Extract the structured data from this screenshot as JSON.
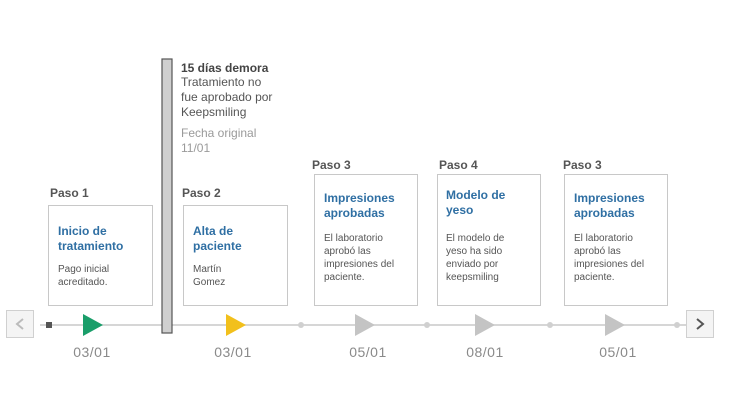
{
  "delay": {
    "title": "15 días demora",
    "description": "Tratamiento no fue aprobado por Keepsmiling",
    "original_date_label": "Fecha original 11/01"
  },
  "steps": [
    {
      "label": "Paso 1",
      "title": "Inicio de tratamiento",
      "body": "Pago inicial acreditado.",
      "date": "03/01",
      "marker_color": "#1a9e6a"
    },
    {
      "label": "Paso 2",
      "title": "Alta de paciente",
      "body": "Martín Gomez",
      "date": "03/01",
      "marker_color": "#f2c01c"
    },
    {
      "label": "Paso 3",
      "title": "Impresiones aprobadas",
      "body": "El laboratorio aprobó las impresiones del paciente.",
      "date": "05/01",
      "marker_color": "#c4c4c4"
    },
    {
      "label": "Paso 4",
      "title": "Modelo de yeso",
      "body": "El modelo de yeso ha sido enviado por keepsmiling",
      "date": "08/01",
      "marker_color": "#c4c4c4"
    },
    {
      "label": "Paso 3",
      "title": "Impresiones aprobadas",
      "body": "El laboratorio aprobó las impresiones del paciente.",
      "date": "05/01",
      "marker_color": "#c4c4c4"
    }
  ],
  "nav": {
    "prev_icon": "chevron-left-icon",
    "next_icon": "chevron-right-icon"
  },
  "colors": {
    "title_blue": "#2f6fa3",
    "line": "#c9c9c9",
    "delay_bar": "#cfcfcf"
  }
}
